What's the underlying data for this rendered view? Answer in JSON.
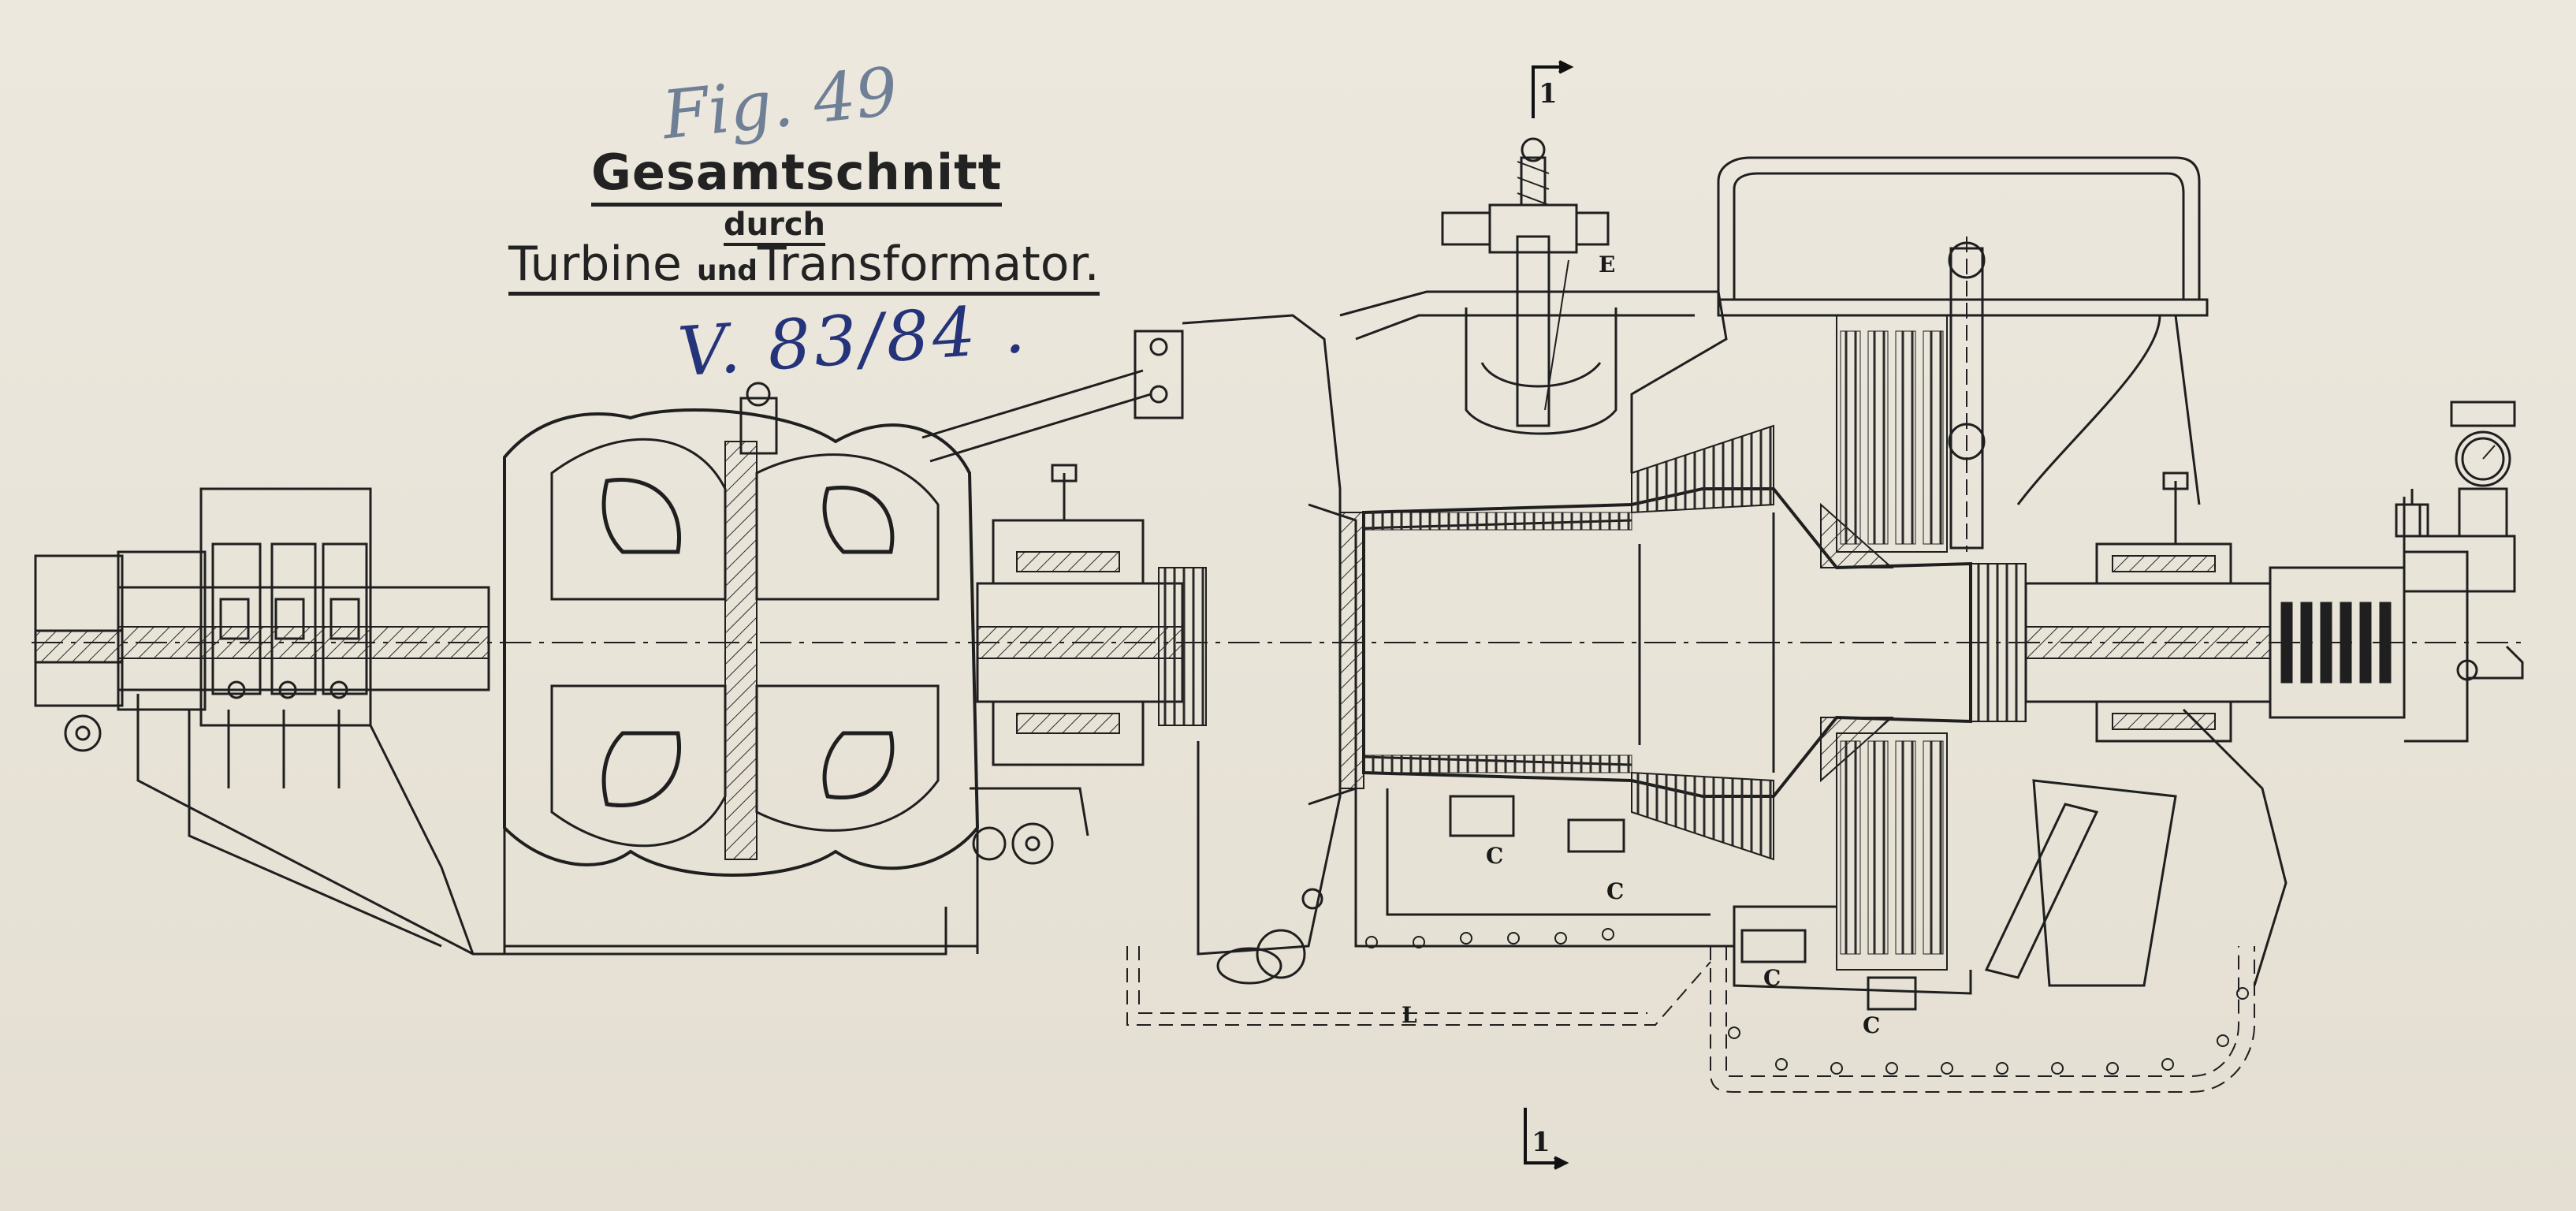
{
  "header": {
    "fig_label": "Fig. 49",
    "title_line1": "Gesamtschnitt",
    "title_line2": "durch",
    "title_line3_a": "Turbine",
    "title_line3_und": "und",
    "title_line3_b": "Transformator.",
    "reference": "V. 83/84 ."
  },
  "section_markers": {
    "top": "1",
    "bottom": "1"
  },
  "part_labels": {
    "E": "E",
    "C": "C",
    "L": "L"
  },
  "colors": {
    "paper": "#e9e5da",
    "ink": "#1f1f1f",
    "pencil_blue": "#6f7f96",
    "ink_blue": "#24337a"
  }
}
